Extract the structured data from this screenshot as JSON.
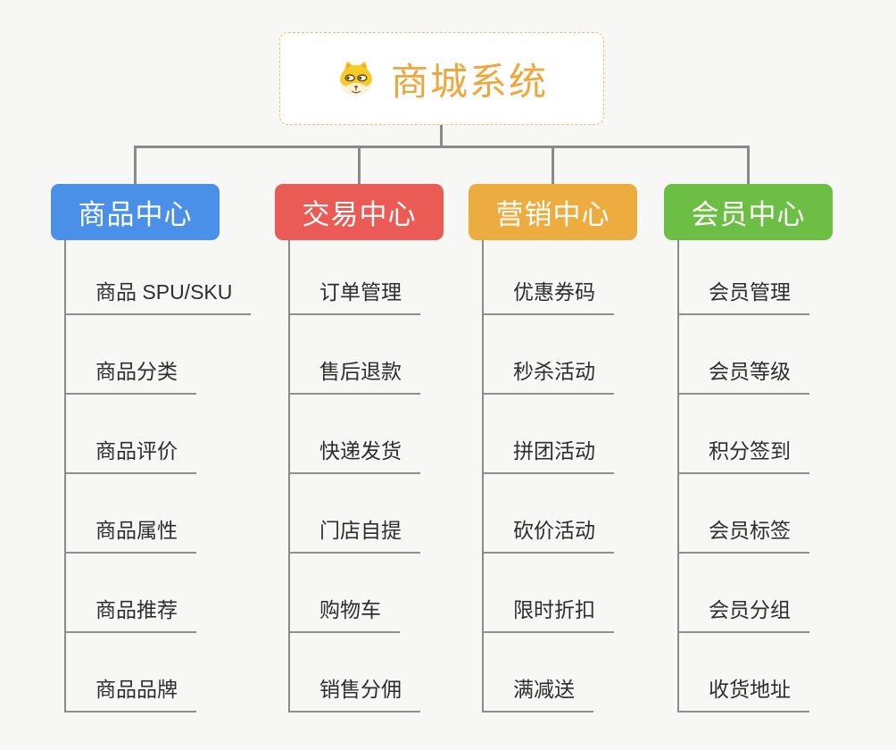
{
  "root": {
    "title": "商城系统",
    "icon": "dog-face-icon",
    "accent": "#EFA63D"
  },
  "connector_color": "#8A8A8A",
  "branches": [
    {
      "label": "商品中心",
      "color": "#4A90E8",
      "children": [
        "商品 SPU/SKU",
        "商品分类",
        "商品评价",
        "商品属性",
        "商品推荐",
        "商品品牌"
      ]
    },
    {
      "label": "交易中心",
      "color": "#EA5B55",
      "children": [
        "订单管理",
        "售后退款",
        "快递发货",
        "门店自提",
        "购物车",
        "销售分佣"
      ]
    },
    {
      "label": "营销中心",
      "color": "#ECAC3F",
      "children": [
        "优惠券码",
        "秒杀活动",
        "拼团活动",
        "砍价活动",
        "限时折扣",
        "满减送"
      ]
    },
    {
      "label": "会员中心",
      "color": "#6CBF44",
      "children": [
        "会员管理",
        "会员等级",
        "积分签到",
        "会员标签",
        "会员分组",
        "收货地址"
      ]
    }
  ]
}
